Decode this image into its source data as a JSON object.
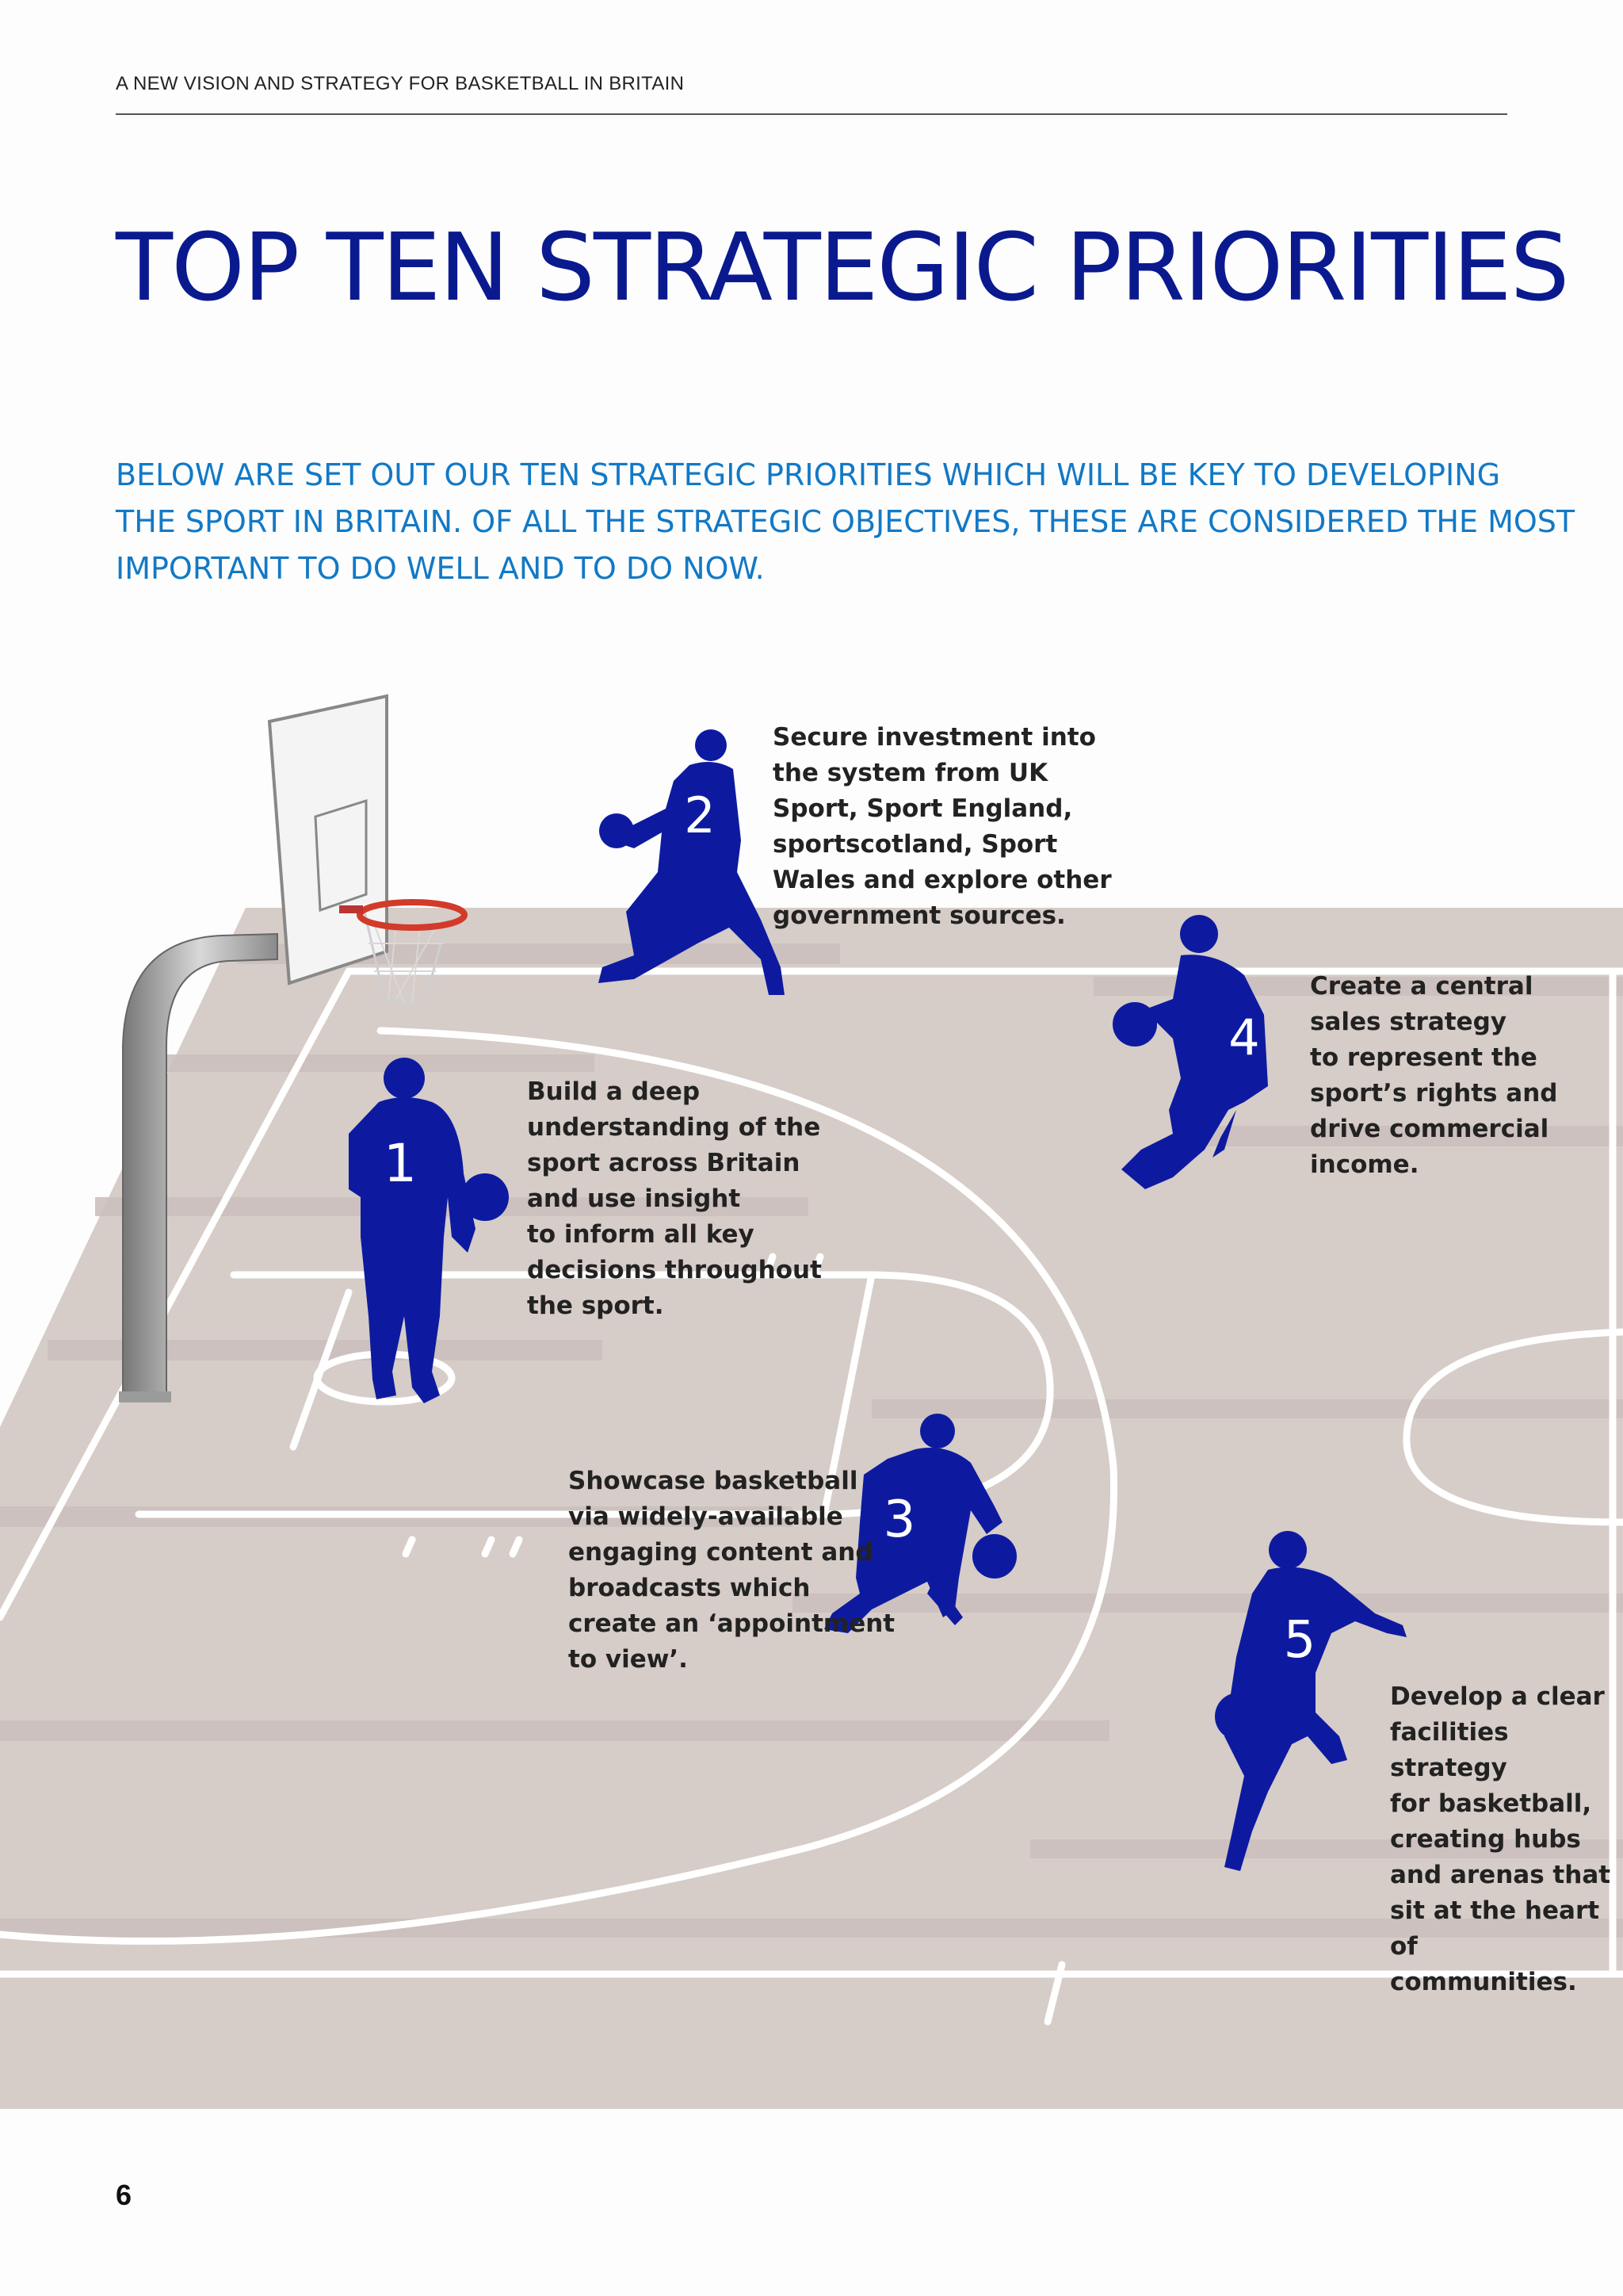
{
  "header": {
    "running_title": "A NEW VISION AND STRATEGY FOR BASKETBALL IN BRITAIN"
  },
  "title": "TOP TEN STRATEGIC PRIORITIES",
  "intro_lines": [
    "BELOW ARE SET OUT OUR TEN STRATEGIC PRIORITIES WHICH WILL BE KEY TO DEVELOPING",
    "THE SPORT IN BRITAIN. OF ALL THE STRATEGIC OBJECTIVES, THESE ARE CONSIDERED THE MOST",
    "IMPORTANT TO DO WELL AND TO DO NOW."
  ],
  "priorities": [
    {
      "number": "1",
      "text": "Build a deep\nunderstanding of the\nsport across Britain\nand use insight\nto inform all key\ndecisions throughout\nthe sport."
    },
    {
      "number": "2",
      "text": "Secure investment into\nthe system from UK\nSport, Sport England,\nsportscotland, Sport\nWales and explore other\ngovernment sources."
    },
    {
      "number": "3",
      "text": "Showcase basketball\nvia widely-available\nengaging content and\nbroadcasts which\ncreate an ‘appointment\nto view’."
    },
    {
      "number": "4",
      "text": "Create a central\nsales strategy\nto represent the\nsport’s rights and\ndrive commercial\nincome."
    },
    {
      "number": "5",
      "text": "Develop a clear\nfacilities strategy\nfor basketball,\ncreating hubs\nand arenas that\nsit at the heart of\ncommunities."
    }
  ],
  "colors": {
    "title": "#0a1a8e",
    "intro": "#1279c6",
    "player": "#0d1aa0",
    "court": "#d6ccc8",
    "rim": "#d23a2a"
  },
  "page_number": "6"
}
